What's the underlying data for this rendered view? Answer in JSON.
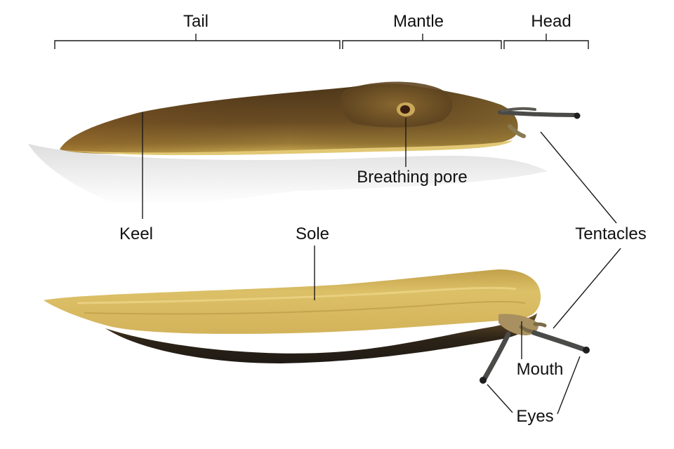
{
  "labels": {
    "tail": "Tail",
    "mantle": "Mantle",
    "head": "Head",
    "breathing_pore": "Breathing pore",
    "keel": "Keel",
    "sole": "Sole",
    "tentacles": "Tentacles",
    "mouth": "Mouth",
    "eyes": "Eyes"
  },
  "colors": {
    "label_text": "#111111",
    "leader_line": "#1a1a1a",
    "slug_body_dark": "#3a2a18",
    "slug_body_brown": "#7a5a2c",
    "slug_sole": "#d9b95a",
    "tentacle": "#4a4a48"
  }
}
